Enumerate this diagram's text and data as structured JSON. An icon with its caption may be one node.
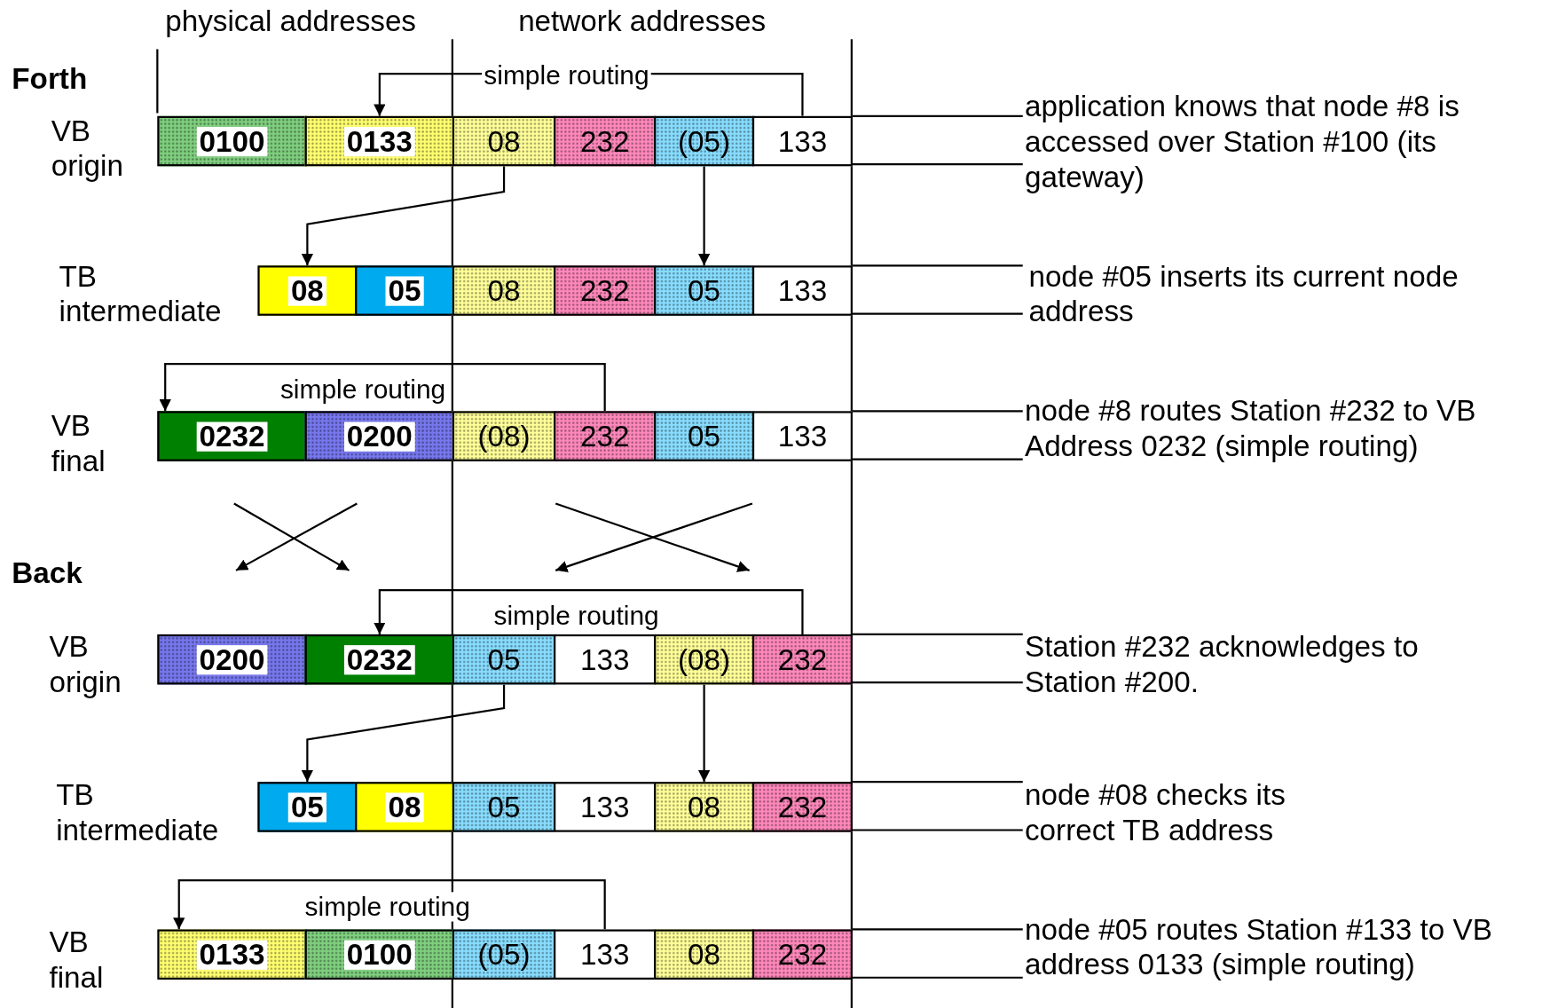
{
  "diagram": {
    "nodes": [
      {
        "text": [
          "0100"
        ]
      },
      {
        "text": [
          "0133"
        ]
      },
      {
        "text": [
          "08"
        ]
      },
      {
        "text": [
          "232"
        ]
      },
      {
        "text": [
          "(05)"
        ]
      },
      {
        "text": [
          "133"
        ]
      },
      {
        "text": [
          "08"
        ]
      },
      {
        "text": [
          "05"
        ]
      },
      {
        "text": [
          "08"
        ]
      },
      {
        "text": [
          "232"
        ]
      },
      {
        "text": [
          "05"
        ]
      },
      {
        "text": [
          "133"
        ]
      },
      {
        "text": [
          "0232"
        ]
      },
      {
        "text": [
          "0200"
        ]
      },
      {
        "text": [
          "(08)"
        ]
      },
      {
        "text": [
          "232"
        ]
      },
      {
        "text": [
          "05"
        ]
      },
      {
        "text": [
          "133"
        ]
      },
      {
        "text": [
          "0200"
        ]
      },
      {
        "text": [
          "0232"
        ]
      },
      {
        "text": [
          "05"
        ]
      },
      {
        "text": [
          "133"
        ]
      },
      {
        "text": [
          "(08)"
        ]
      },
      {
        "text": [
          "232"
        ]
      },
      {
        "text": [
          "05"
        ]
      },
      {
        "text": [
          "08"
        ]
      },
      {
        "text": [
          "05"
        ]
      },
      {
        "text": [
          "133"
        ]
      },
      {
        "text": [
          "08"
        ]
      },
      {
        "text": [
          "232"
        ]
      },
      {
        "text": [
          "0133"
        ]
      },
      {
        "text": [
          "0100"
        ]
      },
      {
        "text": [
          "(05)"
        ]
      },
      {
        "text": [
          "133"
        ]
      },
      {
        "text": [
          "08"
        ]
      },
      {
        "text": [
          "232"
        ]
      }
    ],
    "edges": [
      {
        "from": 5,
        "to": 1,
        "arrow": "to",
        "label": "simple routing"
      },
      {
        "from": 2,
        "to": 6,
        "arrow": "to"
      },
      {
        "from": 4,
        "to": 10,
        "arrow": "to"
      },
      {
        "from": 15,
        "to": 12,
        "arrow": "to",
        "label": "simple routing"
      },
      {
        "from": 23,
        "to": 19,
        "arrow": "to",
        "label": "simple routing"
      },
      {
        "from": 20,
        "to": 24,
        "arrow": "to"
      },
      {
        "from": 22,
        "to": 28,
        "arrow": "to"
      },
      {
        "from": 33,
        "to": 30,
        "arrow": "to",
        "label": "simple routing"
      }
    ],
    "labels": [
      "physical addresses",
      "network addresses",
      "Forth",
      "VB origin",
      "application knows that node #8 is accessed over Station #100 (its gateway)",
      "TB intermediate",
      "node #05 inserts its current node address",
      "VB final",
      "node #8 routes Station #232 to VB Address 0232 (simple routing)",
      "Back",
      "VB origin",
      "Station #232 acknowledges to Station #200.",
      "TB intermediate",
      "node #08 checks its correct TB address",
      "VB final",
      "node #05 routes Station #133 to VB address 0133 (simple routing)"
    ]
  }
}
